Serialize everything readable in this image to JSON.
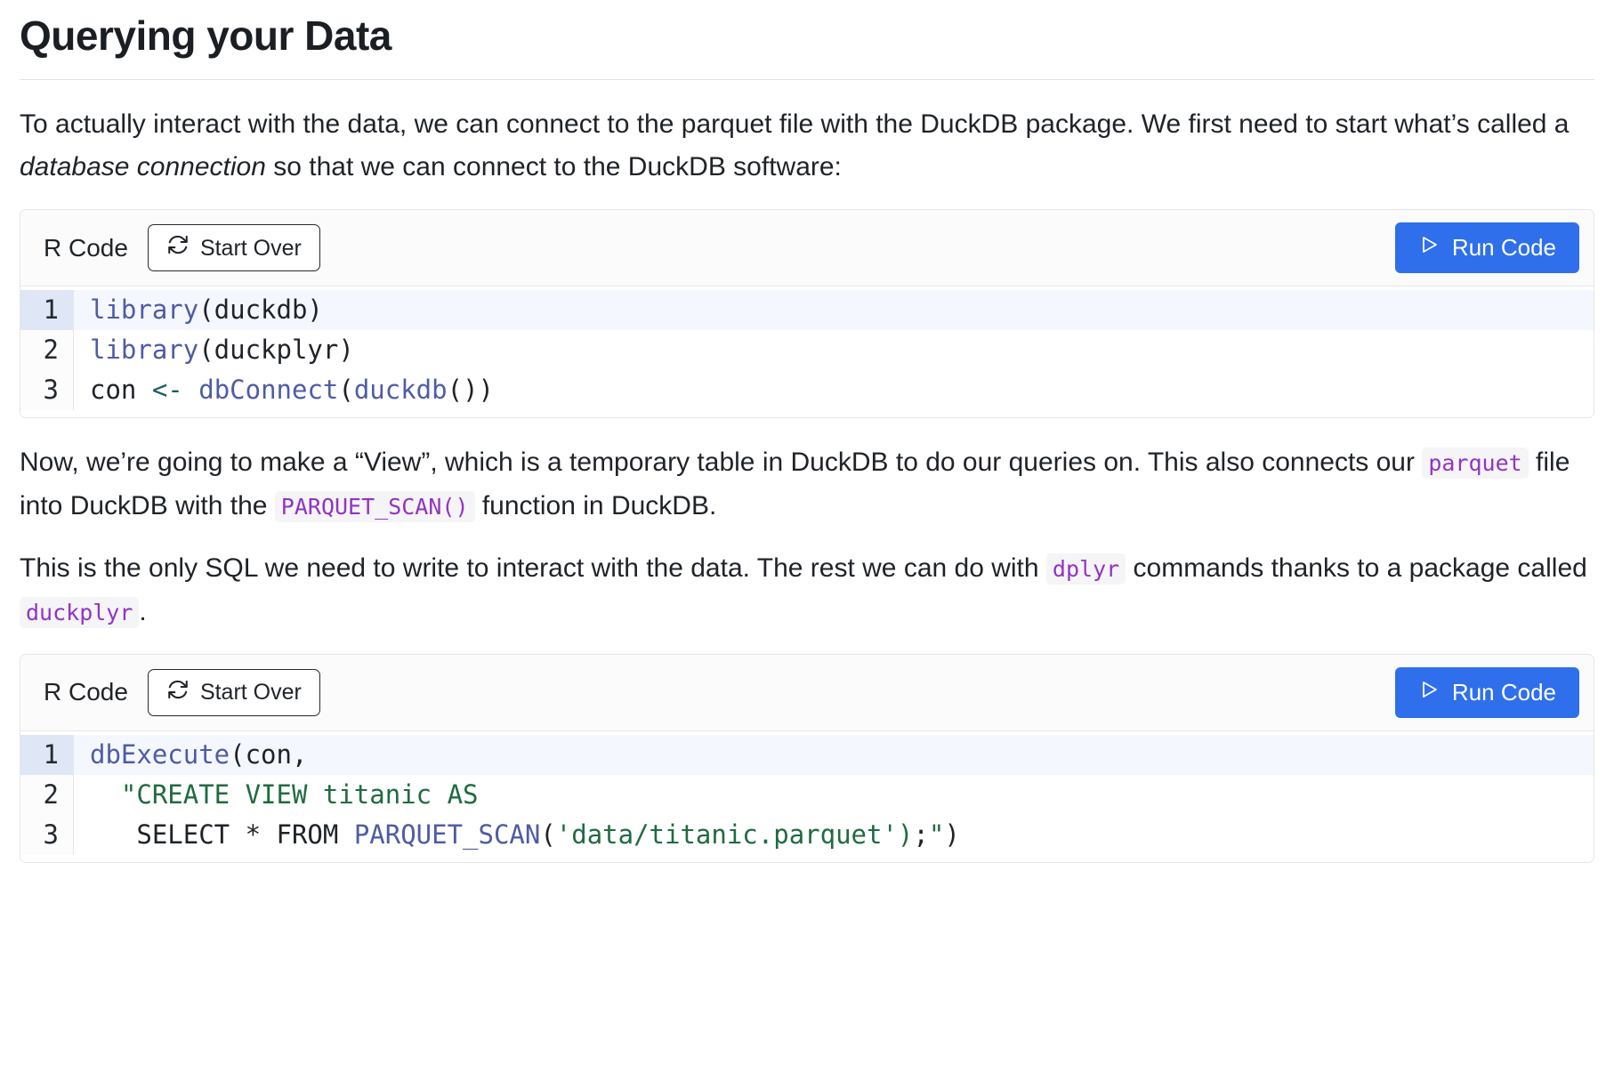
{
  "page": {
    "title": "Querying your Data"
  },
  "paragraphs": {
    "p1": {
      "part1": "To actually interact with the data, we can connect to the parquet file with the DuckDB package. We first need to start what’s called a ",
      "emphasis": "database connection",
      "part2": " so that we can connect to the DuckDB software:"
    },
    "p2": {
      "part1": "Now, we’re going to make a “View”, which is a temporary table in DuckDB to do our queries on. This also connects our ",
      "code1": "parquet",
      "part2": " file into DuckDB with the ",
      "code2": "PARQUET_SCAN()",
      "part3": " function in DuckDB."
    },
    "p3": {
      "part1": "This is the only SQL we need to write to interact with the data. The rest we can do with ",
      "code1": "dplyr",
      "part2": " commands thanks to a package called ",
      "code2": "duckplyr",
      "part3": "."
    }
  },
  "icons": {
    "refresh": "refresh-icon",
    "play": "play-triangle-icon"
  },
  "colors": {
    "run_button_bg": "#2f6feb",
    "inline_code_text": "#9333c4",
    "inline_code_bg": "#f5f5f7",
    "code_function": "#4e5ca6",
    "code_string": "#206b40",
    "code_operator": "#1f5c63",
    "active_line_gutter": "#dfe6f5",
    "active_line_bg": "#f4f7fd"
  },
  "code_cells": [
    {
      "label": "R Code",
      "start_over_label": "Start Over",
      "run_label": "Run Code",
      "lines": [
        {
          "number": "1",
          "active": true,
          "tokens": [
            {
              "text": "library",
              "type": "fn"
            },
            {
              "text": "(duckdb)",
              "type": "plain"
            }
          ]
        },
        {
          "number": "2",
          "active": false,
          "tokens": [
            {
              "text": "library",
              "type": "fn"
            },
            {
              "text": "(duckplyr)",
              "type": "plain"
            }
          ]
        },
        {
          "number": "3",
          "active": false,
          "tokens": [
            {
              "text": "con ",
              "type": "plain"
            },
            {
              "text": "<-",
              "type": "op"
            },
            {
              "text": " ",
              "type": "plain"
            },
            {
              "text": "dbConnect",
              "type": "fn"
            },
            {
              "text": "(",
              "type": "plain"
            },
            {
              "text": "duckdb",
              "type": "fn"
            },
            {
              "text": "())",
              "type": "plain"
            }
          ]
        }
      ]
    },
    {
      "label": "R Code",
      "start_over_label": "Start Over",
      "run_label": "Run Code",
      "lines": [
        {
          "number": "1",
          "active": true,
          "tokens": [
            {
              "text": "dbExecute",
              "type": "fn"
            },
            {
              "text": "(con,",
              "type": "plain"
            }
          ]
        },
        {
          "number": "2",
          "active": false,
          "tokens": [
            {
              "text": "  \"CREATE VIEW titanic AS",
              "type": "str"
            }
          ]
        },
        {
          "number": "3",
          "active": false,
          "tokens": [
            {
              "text": "   SELECT * FROM ",
              "type": "plain"
            },
            {
              "text": "PARQUET_SCAN",
              "type": "fn"
            },
            {
              "text": "(",
              "type": "plain"
            },
            {
              "text": "'data/titanic.parquet')",
              "type": "str"
            },
            {
              "text": ";",
              "type": "plain"
            },
            {
              "text": "\"",
              "type": "str"
            },
            {
              "text": ")",
              "type": "plain"
            }
          ]
        }
      ]
    }
  ]
}
